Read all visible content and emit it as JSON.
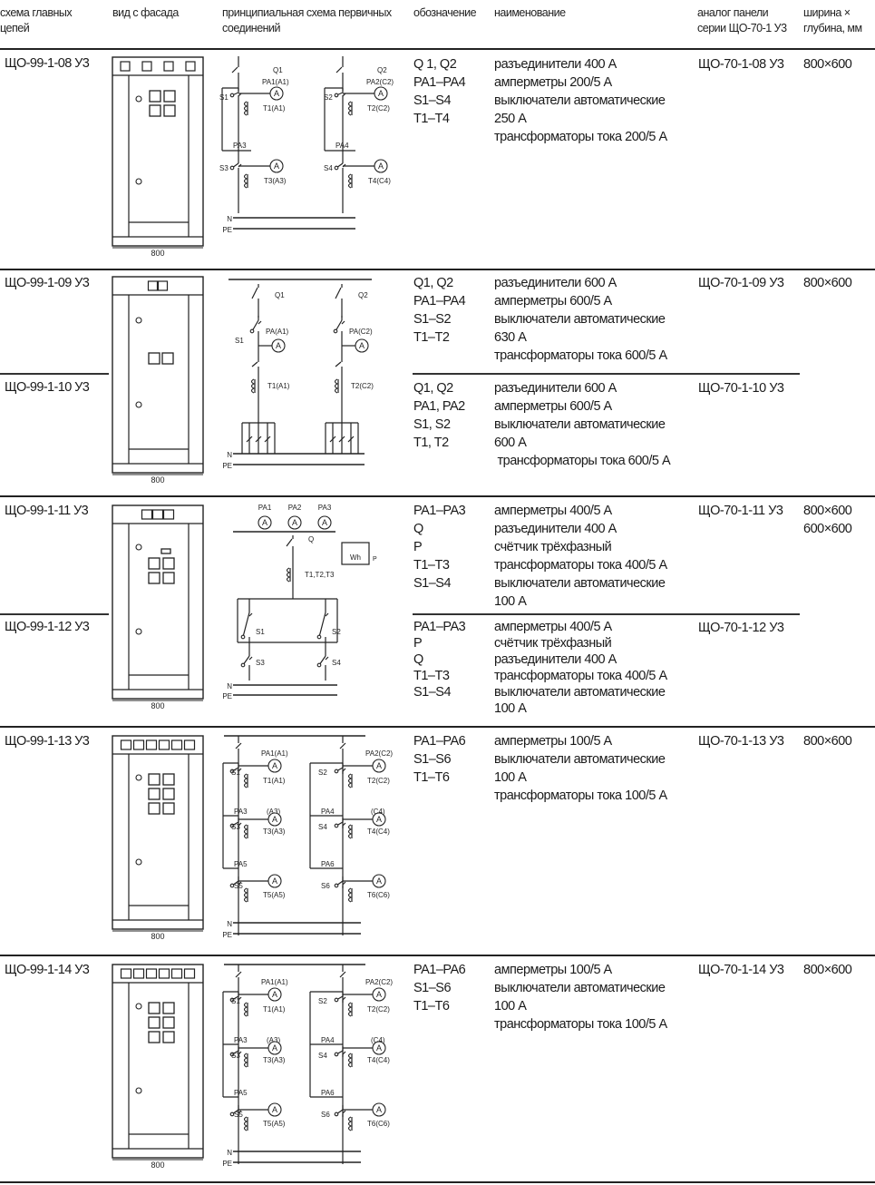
{
  "headers": {
    "scheme": [
      "схема главных",
      "цепей"
    ],
    "facade": "вид с фасада",
    "diagram": [
      "принципиальная схема первичных",
      "соединений"
    ],
    "designation": "обозначение",
    "name": "наименование",
    "analog": [
      "аналог панели",
      "серии ЩО-70-1 У3"
    ],
    "dims": [
      "ширина ×",
      "глубина, мм"
    ]
  },
  "facade_width_label": "800",
  "labels": {
    "n": "N",
    "pe": "PE",
    "ammeter": "A",
    "meter": "Wh",
    "meter_p": "P",
    "q1": "Q1",
    "q2": "Q2",
    "q": "Q",
    "pa1_a1": "PA1(A1)",
    "pa2_c2": "PA2(C2)",
    "pa_a1": "PA(A1)",
    "pa_c2": "PA(C2)",
    "t1_a1": "T1(A1)",
    "t2_c2": "T2(C2)",
    "t3_a3": "T3(A3)",
    "t4_c4": "T4(C4)",
    "t5_a5": "T5(A5)",
    "t6_c6": "T6(C6)",
    "t123": "T1,T2,T3",
    "pa1": "PA1",
    "pa2": "PA2",
    "pa3": "PA3",
    "pa4": "PA4",
    "pa5": "PA5",
    "pa6": "PA6",
    "a3": "(A3)",
    "c4": "(C4)",
    "s1": "S1",
    "s2": "S2",
    "s3": "S3",
    "s4": "S4",
    "s5": "S5",
    "s6": "S6"
  },
  "rows": [
    {
      "code": "ЩО-99-1-08 У3",
      "analog": "ЩО-70-1-08 У3",
      "dims": [
        "800×600"
      ],
      "designations": [
        "Q 1, Q2",
        "PA1–PA4",
        "S1–S4",
        "",
        "T1–T4"
      ],
      "names": [
        "разъединители 400 А",
        "амперметры 200/5 А",
        "выключатели автоматические",
        "250 А",
        "трансформаторы тока 200/5 А"
      ]
    },
    {
      "code": "ЩО-99-1-09 У3",
      "analog": "ЩО-70-1-09 У3",
      "dims": [
        "800×600"
      ],
      "designations": [
        "Q1, Q2",
        "PA1–PA4",
        "S1–S2",
        "",
        "T1–T2"
      ],
      "names": [
        "разъединители 600 А",
        "амперметры 600/5 А",
        "выключатели автоматические",
        "630 А",
        "трансформаторы тока 600/5 А"
      ]
    },
    {
      "code": "ЩО-99-1-10 У3",
      "analog": "ЩО-70-1-10 У3",
      "dims": [],
      "designations": [
        "Q1, Q2",
        "PA1, PA2",
        "S1, S2",
        "",
        "T1, T2"
      ],
      "names": [
        "разъединители 600 А",
        "амперметры 600/5 А",
        "выключатели автоматические",
        "600 А",
        " трансформаторы тока 600/5 А"
      ]
    },
    {
      "code": "ЩО-99-1-11 У3",
      "analog": "ЩО-70-1-11 У3",
      "dims": [
        "800×600",
        "600×600"
      ],
      "designations": [
        "PA1–PA3",
        "Q",
        "P",
        "T1–T3",
        "S1–S4"
      ],
      "names": [
        "амперметры 400/5 А",
        "разъединители 400 А",
        "счётчик трёхфазный",
        "трансформаторы тока 400/5 А",
        "выключатели автоматические",
        "100 А"
      ]
    },
    {
      "code": "ЩО-99-1-12 У3",
      "analog": "ЩО-70-1-12 У3",
      "dims": [],
      "designations": [
        "PA1–PA3",
        "P",
        "Q",
        "T1–T3",
        "S1–S4"
      ],
      "names": [
        "амперметры 400/5 А",
        "счётчик трёхфазный",
        "разъединители 400 А",
        "трансформаторы тока 400/5 А",
        "выключатели автоматические",
        "100 А"
      ]
    },
    {
      "code": "ЩО-99-1-13 У3",
      "analog": "ЩО-70-1-13 У3",
      "dims": [
        "800×600"
      ],
      "designations": [
        "PA1–PA6",
        "S1–S6",
        "",
        "T1–T6"
      ],
      "names": [
        "амперметры 100/5 А",
        "выключатели автоматические",
        "100 А",
        "трансформаторы тока 100/5 А"
      ]
    },
    {
      "code": "ЩО-99-1-14 У3",
      "analog": "ЩО-70-1-14 У3",
      "dims": [
        "800×600"
      ],
      "designations": [
        "PA1–PA6",
        "S1–S6",
        "",
        "T1–T6"
      ],
      "names": [
        "амперметры 100/5 А",
        "выключатели автоматические",
        "100 А",
        "трансформаторы тока 100/5 А"
      ]
    }
  ]
}
